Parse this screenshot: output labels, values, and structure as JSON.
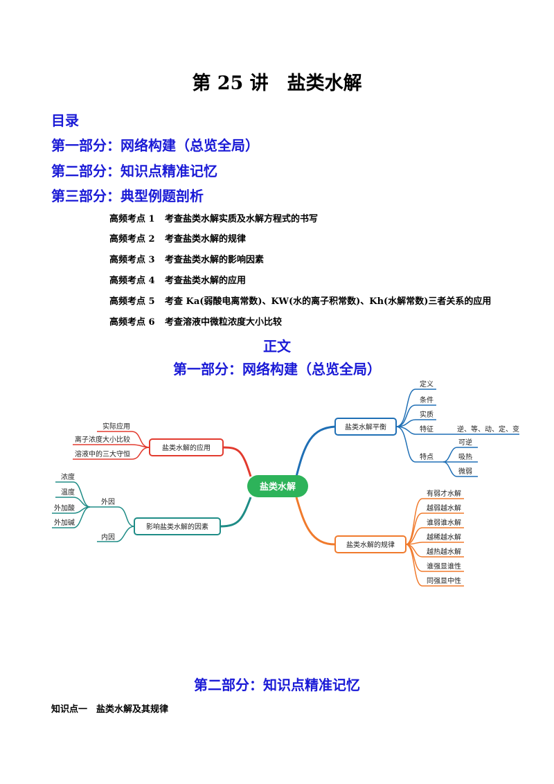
{
  "doc": {
    "title": "第 25 讲　盐类水解",
    "toc": {
      "heading": "目录",
      "part1": "第一部分：网络构建（总览全局）",
      "part2": "第二部分：知识点精准记忆",
      "part3": "第三部分：典型例题剖析"
    },
    "points": [
      {
        "label": "高频考点 1",
        "text": "考查盐类水解实质及水解方程式的书写"
      },
      {
        "label": "高频考点 2",
        "text": "考查盐类水解的规律"
      },
      {
        "label": "高频考点 3",
        "text": "考查盐类水解的影响因素"
      },
      {
        "label": "高频考点 4",
        "text": "考查盐类水解的应用"
      },
      {
        "label": "高频考点 5",
        "text": "考查 Ka(弱酸电离常数)、KW(水的离子积常数)、Kh(水解常数)三者关系的应用"
      },
      {
        "label": "高频考点 6",
        "text": "考查溶液中微粒浓度大小比较"
      }
    ],
    "body_heading": "正文",
    "part1_heading": "第一部分：网络构建（总览全局）",
    "part2_heading": "第二部分：知识点精准记忆",
    "knowledge_point": "知识点一　盐类水解及其规律"
  },
  "mindmap": {
    "center": "盐类水解",
    "colors": {
      "blue": "#1f6fb5",
      "red": "#e23a2e",
      "teal": "#1e8c86",
      "orange": "#f07a2c",
      "green": "#2db35a"
    },
    "balance": {
      "label": "盐类水解平衡",
      "items": [
        "定义",
        "条件",
        "实质",
        "特征",
        "特点"
      ],
      "feature_detail": "逆、等、动、定、变",
      "trait_items": [
        "可逆",
        "吸热",
        "微弱"
      ]
    },
    "application": {
      "label": "盐类水解的应用",
      "items": [
        "实际应用",
        "离子浓度大小比较",
        "溶液中的三大守恒"
      ]
    },
    "factors": {
      "label": "影响盐类水解的因素",
      "external": "外因",
      "external_items": [
        "浓度",
        "温度",
        "外加酸",
        "外加碱"
      ],
      "internal": "内因"
    },
    "rules": {
      "label": "盐类水解的规律",
      "items": [
        "有弱才水解",
        "越弱越水解",
        "谁弱谁水解",
        "越稀越水解",
        "越热越水解",
        "谁强显谁性",
        "同强显中性"
      ]
    }
  }
}
